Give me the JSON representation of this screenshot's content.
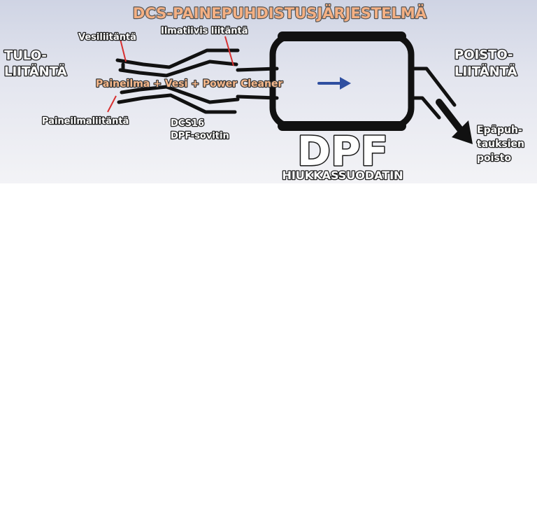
{
  "title": "DCS-PAINEPUHDISTUSJÄRJESTELMÄ",
  "labels": {
    "inlet_1": "TULO-",
    "inlet_2": "LIITÄNTÄ",
    "outlet_1": "POISTO-",
    "outlet_2": "LIITÄNTÄ",
    "water": "Vesiliitäntä",
    "airtight": "Ilmatiivis liitäntä",
    "compressed_air": "Paineilmaliitäntä",
    "adapter_1": "DCS16",
    "adapter_2": "DPF-sovitin",
    "flow": "Paineilma + Vesi + Power Cleaner",
    "dpf": "DPF",
    "filter": "HIUKKASSUODATIN",
    "impurity_1": "Epäpuh-",
    "impurity_2": "tauksien",
    "impurity_3": "poisto"
  },
  "colors": {
    "title": "#f4b083",
    "flow_text": "#f7b98c",
    "arrow": "#2f4fa0",
    "pointer": "#d83030",
    "pipe": "#111111"
  }
}
